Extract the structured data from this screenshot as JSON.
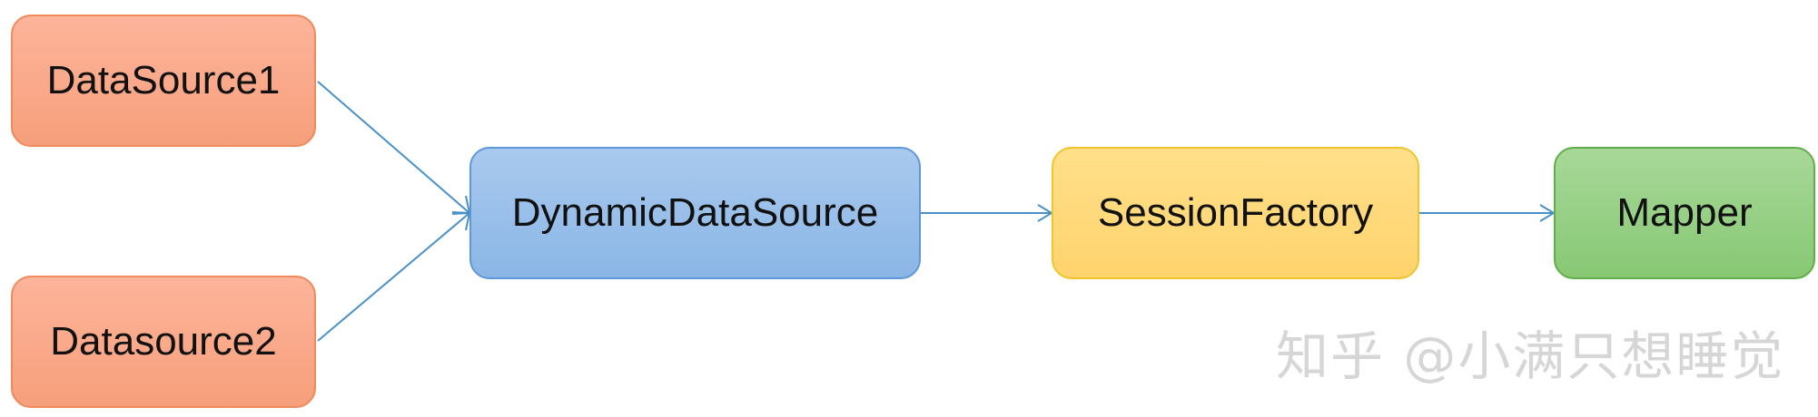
{
  "nodes": {
    "datasource1": "DataSource1",
    "datasource2": "Datasource2",
    "dynamic": "DynamicDataSource",
    "session_factory": "SessionFactory",
    "mapper": "Mapper"
  },
  "watermark": "知乎 @小满只想睡觉",
  "colors": {
    "orange": "#f79f7c",
    "blue": "#8ab6e6",
    "yellow": "#ffd36d",
    "green": "#87c874",
    "connector": "#4a90c8"
  }
}
